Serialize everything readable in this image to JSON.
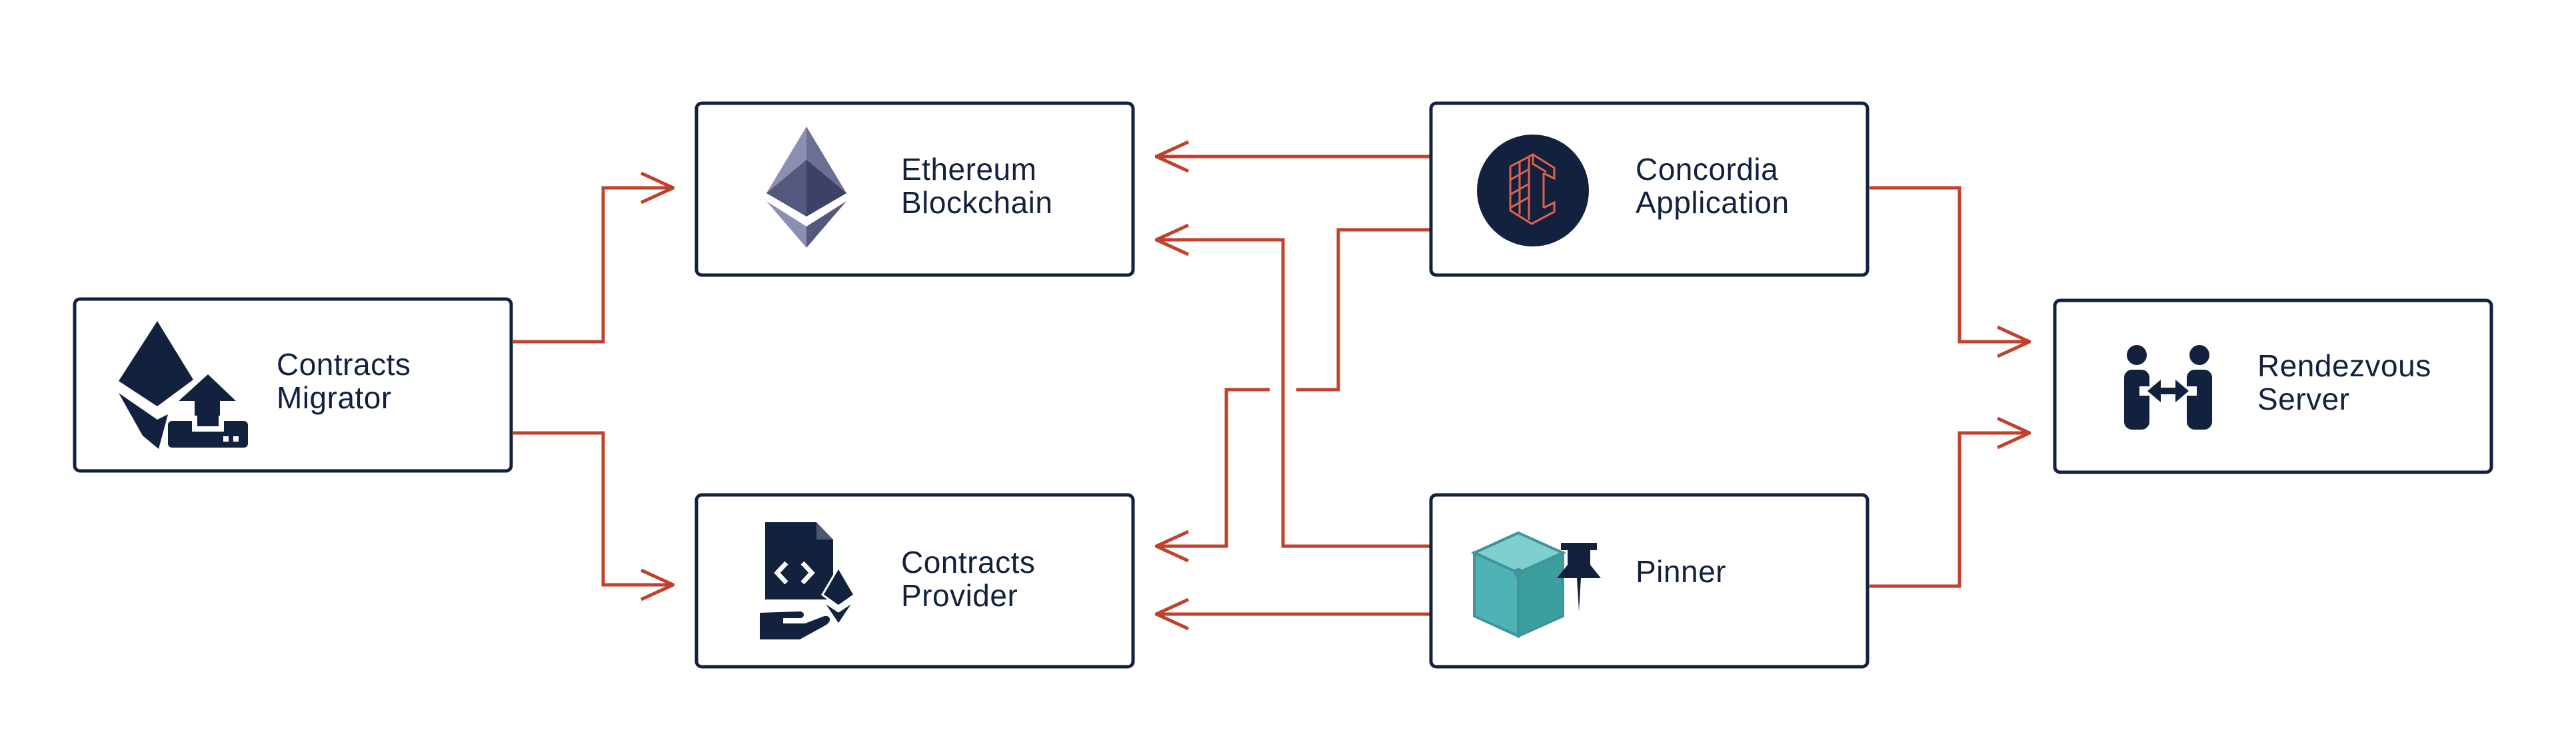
{
  "colors": {
    "navy": "#12213d",
    "arrow": "#c0422d",
    "teal": "#4fb3b5"
  },
  "nodes": {
    "contracts_migrator": {
      "line1": "Contracts",
      "line2": "Migrator",
      "icon": "ethereum-upload-icon"
    },
    "ethereum_blockchain": {
      "line1": "Ethereum",
      "line2": "Blockchain",
      "icon": "ethereum-icon"
    },
    "contracts_provider": {
      "line1": "Contracts",
      "line2": "Provider",
      "icon": "contract-code-icon"
    },
    "concordia_application": {
      "line1": "Concordia",
      "line2": "Application",
      "icon": "concordia-logo-icon"
    },
    "pinner": {
      "line1": "Pinner",
      "icon": "cube-pin-icon"
    },
    "rendezvous_server": {
      "line1": "Rendezvous",
      "line2": "Server",
      "icon": "people-exchange-icon"
    }
  }
}
